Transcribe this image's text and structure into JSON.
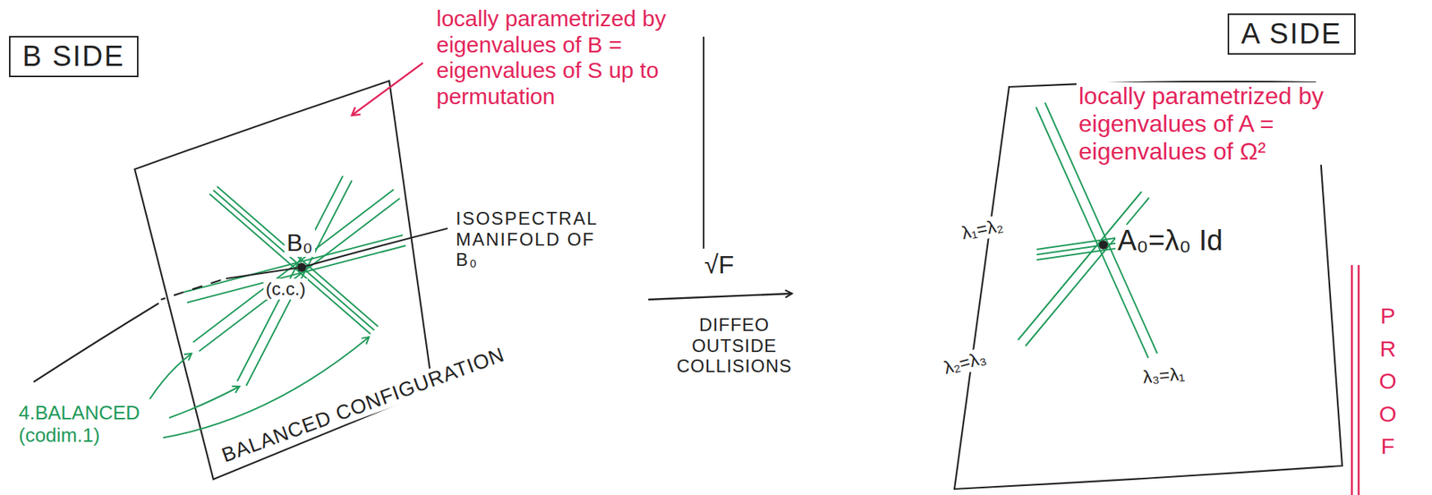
{
  "diagram": {
    "nodes": [
      {
        "text": [
          "B SIDE"
        ]
      },
      {
        "text": [
          "A SIDE"
        ]
      }
    ],
    "labels": [
      "locally parametrized by eigenvalues of B = eigenvalues of S up to permutation",
      "B₀",
      "(c.c.)",
      "ISOSPECTRAL MANIFOLD OF B₀",
      "4.BALANCED (codim.1)",
      "BALANCED CONFIGURATION",
      "√F",
      "DIFFEO OUTSIDE COLLISIONS",
      "locally parametrized by eigenvalues of A = eigenvalues of Ω²",
      "A₀=λ₀ Id",
      "λ₁=λ₂",
      "λ₂=λ₃",
      "λ₃=λ₁",
      "PROOF"
    ]
  }
}
